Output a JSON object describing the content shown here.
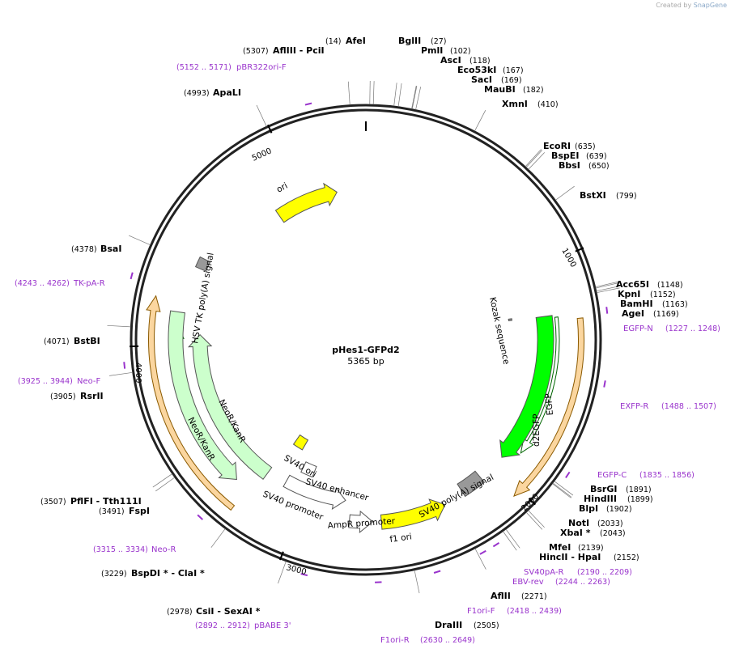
{
  "credit": {
    "prefix": "Created by",
    "brand": "SnapGene"
  },
  "plasmid": {
    "name": "pHes1-GFPd2",
    "size_label": "5365 bp",
    "length": 5365
  },
  "ticks": [
    "1000",
    "2000",
    "3000",
    "4000",
    "5000"
  ],
  "features": [
    {
      "name": "ori",
      "start": 4845,
      "end": 5200,
      "direction": 1,
      "color": "#ffff00",
      "label": "ori"
    },
    {
      "name": "EGFP",
      "start": 1230,
      "end": 1950,
      "direction": 1,
      "color": "#00ff00",
      "label": "EGFP"
    },
    {
      "name": "SV40 poly(A) signal",
      "start": 2090,
      "end": 2200,
      "direction": 0,
      "color": "#999999",
      "label": "SV40 poly(A) signal"
    },
    {
      "name": "f1 ori",
      "start": 2300,
      "end": 2610,
      "direction": -1,
      "color": "#ffff00",
      "label": "f1 ori"
    },
    {
      "name": "AmpR promoter",
      "start": 2650,
      "end": 2760,
      "direction": -1,
      "color": "#ffffff",
      "label": "AmpR promoter"
    },
    {
      "name": "SV40 promoter",
      "start": 2790,
      "end": 3120,
      "direction": -1,
      "color": "#ffffff",
      "label": "SV40 promoter"
    },
    {
      "name": "SV40 enhancer",
      "start": 3000,
      "end": 3072,
      "direction": 0,
      "color": "#ffffff",
      "label": "SV40 enhancer"
    },
    {
      "name": "SV40 ori",
      "start": 3130,
      "end": 3200,
      "direction": 0,
      "color": "#ffff00",
      "label": "SV40 ori"
    },
    {
      "name": "NeoR/KanR",
      "start": 3225,
      "end": 4050,
      "direction": 1,
      "color": "#ccffcc",
      "label": "NeoR/KanR"
    },
    {
      "name": "HSV TK poly(A) signal",
      "start": 4370,
      "end": 4420,
      "direction": 0,
      "color": "#999999",
      "label": "HSV TK poly(A) signal"
    },
    {
      "name": "Kozak sequence",
      "start": 1218,
      "end": 1228,
      "direction": 0,
      "color": "#999999",
      "label": "Kozak sequence"
    }
  ],
  "inner_labels": {
    "d2egfp": "d2EGFP",
    "neo_inner": "NeoR/KanR"
  },
  "sites": [
    {
      "name": "AfeI",
      "pos": "(14)"
    },
    {
      "name": "BglII",
      "pos": "(27)"
    },
    {
      "name": "PmlI",
      "pos": "(102)"
    },
    {
      "name": "AscI",
      "pos": "(118)"
    },
    {
      "name": "Eco53kI",
      "pos": "(167)"
    },
    {
      "name": "SacI",
      "pos": "(169)"
    },
    {
      "name": "MauBI",
      "pos": "(182)"
    },
    {
      "name": "XmnI",
      "pos": "(410)"
    },
    {
      "name": "EcoRI",
      "pos": "(635)"
    },
    {
      "name": "BspEI",
      "pos": "(639)"
    },
    {
      "name": "BbsI",
      "pos": "(650)"
    },
    {
      "name": "BstXI",
      "pos": "(799)"
    },
    {
      "name": "Acc65I",
      "pos": "(1148)"
    },
    {
      "name": "KpnI",
      "pos": "(1152)"
    },
    {
      "name": "BamHI",
      "pos": "(1163)"
    },
    {
      "name": "AgeI",
      "pos": "(1169)"
    },
    {
      "name": "BsrGI",
      "pos": "(1891)"
    },
    {
      "name": "HindIII",
      "pos": "(1899)"
    },
    {
      "name": "BlpI",
      "pos": "(1902)"
    },
    {
      "name": "NotI",
      "pos": "(2033)"
    },
    {
      "name": "XbaI *",
      "pos": "(2043)"
    },
    {
      "name": "MfeI",
      "pos": "(2139)"
    },
    {
      "name": "HincII  -  HpaI",
      "pos": "(2152)"
    },
    {
      "name": "AflII",
      "pos": "(2271)"
    },
    {
      "name": "DraIII",
      "pos": "(2505)"
    },
    {
      "name": "CsiI  -  SexAI *",
      "pos": "(2978)"
    },
    {
      "name": "BspDI *  -  ClaI *",
      "pos": "(3229)"
    },
    {
      "name": "FspI",
      "pos": "(3491)"
    },
    {
      "name": "PflFI  -  Tth111I",
      "pos": "(3507)"
    },
    {
      "name": "RsrII",
      "pos": "(3905)"
    },
    {
      "name": "BstBI",
      "pos": "(4071)"
    },
    {
      "name": "BsaI",
      "pos": "(4378)"
    },
    {
      "name": "ApaLI",
      "pos": "(4993)"
    },
    {
      "name": "AflIII  -  PciI",
      "pos": "(5307)"
    }
  ],
  "primers": [
    {
      "name": "pBR322ori-F",
      "pos": "(5152 .. 5171)"
    },
    {
      "name": "EGFP-N",
      "pos": "(1227 .. 1248)"
    },
    {
      "name": "EXFP-R",
      "pos": "(1488 .. 1507)"
    },
    {
      "name": "EGFP-C",
      "pos": "(1835 .. 1856)"
    },
    {
      "name": "SV40pA-R",
      "pos": "(2190 .. 2209)"
    },
    {
      "name": "EBV-rev",
      "pos": "(2244 .. 2263)"
    },
    {
      "name": "F1ori-F",
      "pos": "(2418 .. 2439)"
    },
    {
      "name": "F1ori-R",
      "pos": "(2630 .. 2649)"
    },
    {
      "name": "pBABE 3'",
      "pos": "(2892 .. 2912)"
    },
    {
      "name": "Neo-R",
      "pos": "(3315 .. 3334)"
    },
    {
      "name": "Neo-F",
      "pos": "(3925 .. 3944)"
    },
    {
      "name": "TK-pA-R",
      "pos": "(4243 .. 4262)"
    }
  ],
  "colors": {
    "backbone": "#222222",
    "primer": "#9933cc",
    "orf_fill": "#fbd69f",
    "orf_stroke": "#8b5a00"
  }
}
